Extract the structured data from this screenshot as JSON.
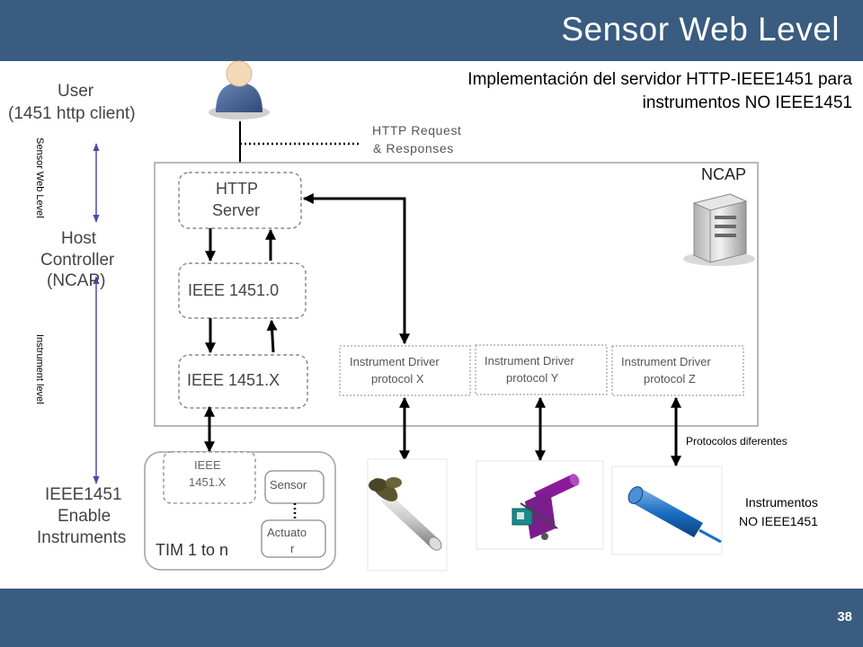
{
  "slide": {
    "title": "Sensor Web Level",
    "subtitle_line1": "Implementación del servidor HTTP-IEEE1451 para",
    "subtitle_line2": "instrumentos NO IEEE1451",
    "page_number": "38"
  },
  "left_labels": {
    "user_line1": "User",
    "user_line2": "(1451 http client)",
    "host_line1": "Host",
    "host_line2": "Controller",
    "host_line3": "(NCAP)",
    "ieee_line1": "IEEE1451",
    "ieee_line2": "Enable",
    "ieee_line3": "Instruments",
    "vertical_top": "Sensor Web Level",
    "vertical_bottom": "Instrument level"
  },
  "http_note_line1": "HTTP Request",
  "http_note_line2": "& Responses",
  "ncap": {
    "label": "NCAP",
    "http_server_line1": "HTTP",
    "http_server_line2": "Server",
    "ieee_14510": "IEEE 1451.0",
    "ieee_1451x": "IEEE 1451.X"
  },
  "drivers": [
    {
      "line1": "Instrument Driver",
      "line2": "protocol X"
    },
    {
      "line1": "Instrument Driver",
      "line2": "protocol Y"
    },
    {
      "line1": "Instrument Driver",
      "line2": "protocol Z"
    }
  ],
  "tim": {
    "label": "TIM 1 to n",
    "ieee_line1": "IEEE",
    "ieee_line2": "1451.X",
    "sensor": "Sensor",
    "actuator_line1": "Actuato",
    "actuator_line2": "r"
  },
  "protocolos_label": "Protocolos diferentes",
  "instrumentos_line1": "Instrumentos",
  "instrumentos_line2": "NO IEEE1451",
  "colors": {
    "bar": "#395c80",
    "arrow_blue": "#4a4aa8",
    "dash": "#888888"
  }
}
